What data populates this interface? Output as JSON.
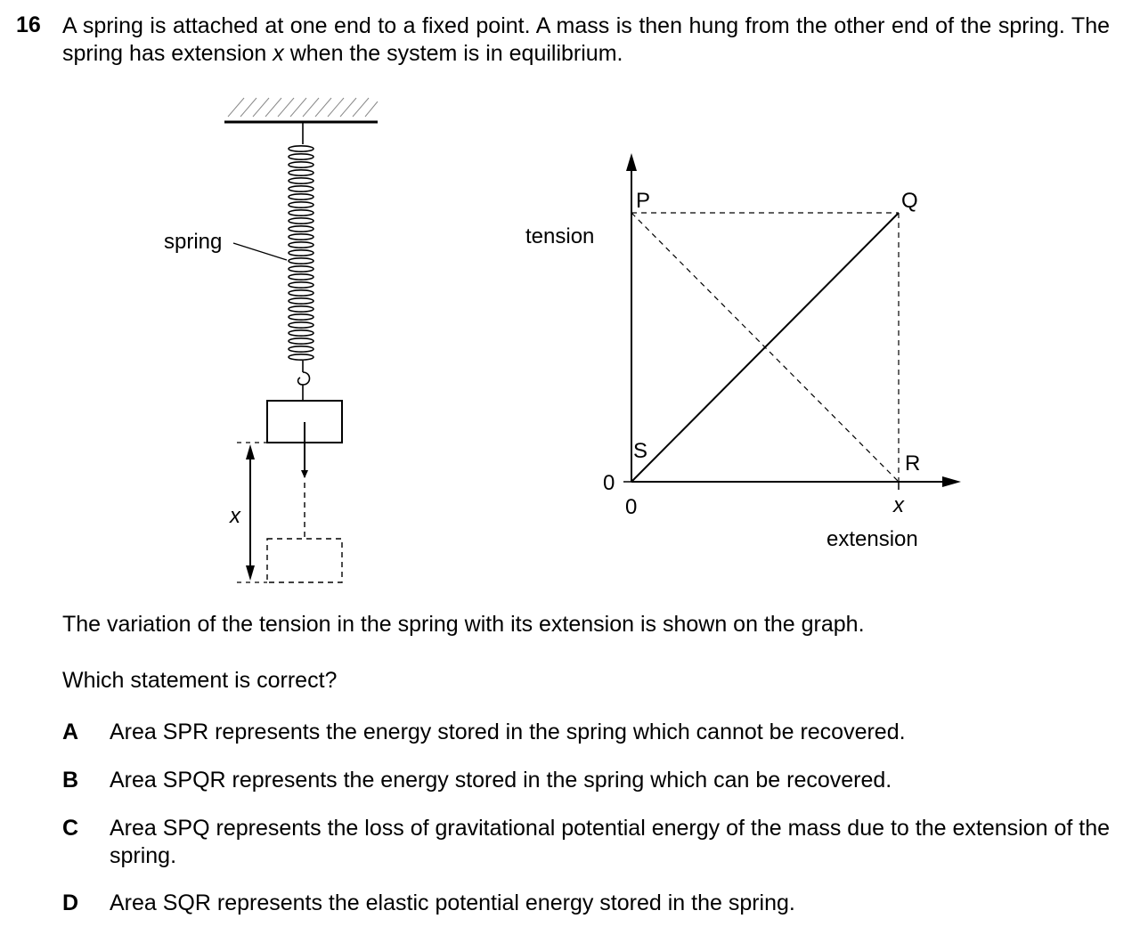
{
  "question": {
    "number": "16",
    "intro_1": "A spring is attached at one end to a fixed point. A mass is then hung from the other end of the spring. The spring has extension ",
    "intro_var": "x",
    "intro_2": " when the system is in equilibrium."
  },
  "diagram": {
    "spring_label": "spring",
    "extension_label": "x"
  },
  "graph": {
    "y_axis_label": "tension",
    "x_axis_label": "extension",
    "origin_y_tick": "0",
    "origin_x_tick": "0",
    "x_tick": "x",
    "point_labels": {
      "P": "P",
      "Q": "Q",
      "R": "R",
      "S": "S"
    }
  },
  "body": {
    "statement": "The variation of the tension in the spring with its extension is shown on the graph.",
    "prompt": "Which statement is correct?"
  },
  "options": [
    {
      "letter": "A",
      "text": "Area SPR represents the energy stored in the spring which cannot be recovered."
    },
    {
      "letter": "B",
      "text": "Area SPQR represents the energy stored in the spring which can be recovered."
    },
    {
      "letter": "C",
      "text": "Area SPQ represents the loss of gravitational potential energy of the mass due to the extension of the spring."
    },
    {
      "letter": "D",
      "text": "Area SQR represents the elastic potential energy stored in the spring."
    }
  ]
}
